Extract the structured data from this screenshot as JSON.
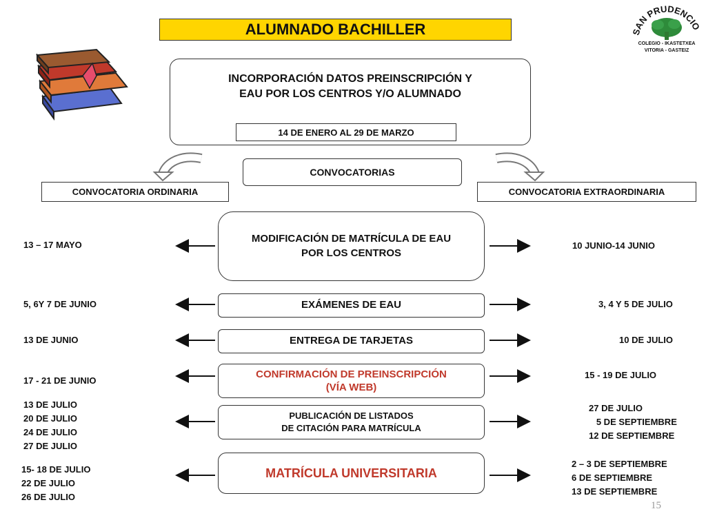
{
  "title": "ALUMNADO BACHILLER",
  "logo": {
    "name": "SAN PRUDENCIO",
    "line1": "COLEGIO - IKASTETXEA",
    "line2": "VITORIA - GASTEIZ",
    "tree_color": "#2e8b3a"
  },
  "colors": {
    "title_bg": "#ffd500",
    "accent_red": "#c0392b"
  },
  "top": {
    "text_line1": "INCORPORACIÓN DATOS PREINSCRIPCIÓN Y",
    "text_line2": "EAU POR LOS CENTROS  Y/O ALUMNADO",
    "dates": "14 DE ENERO AL  29 DE MARZO"
  },
  "convocatorias": "CONVOCATORIAS",
  "ordinaria": "CONVOCATORIA ORDINARIA",
  "extraordinaria": "CONVOCATORIA EXTRAORDINARIA",
  "rows": {
    "modificacion": {
      "label_line1": "MODIFICACIÓN DE  MATRÍCULA DE EAU",
      "label_line2": "POR LOS CENTROS",
      "left": "13 – 17  MAYO",
      "right": "10 JUNIO-14 JUNIO"
    },
    "examenes": {
      "label": "EXÁMENES DE EAU",
      "left": "5, 6Y 7 DE JUNIO",
      "right": "3, 4 Y 5 DE JULIO"
    },
    "tarjetas": {
      "label": "ENTREGA DE TARJETAS",
      "left": "13 DE JUNIO",
      "right": "10 DE JULIO"
    },
    "confirmacion": {
      "label_line1": "CONFIRMACIÓN DE PREINSCRIPCIÓN",
      "label_line2": "(VÍA WEB)",
      "left": "17 - 21 DE JUNIO",
      "right": "15 - 19 DE JULIO"
    },
    "publicacion": {
      "label_line1": "PUBLICACIÓN DE LISTADOS",
      "label_line2": "DE CITACIÓN PARA MATRÍCULA",
      "left": [
        "13 DE JULIO",
        "20 DE JULIO",
        "24 DE JULIO",
        "27 DE JULIO"
      ],
      "right": [
        "27 DE JULIO",
        "   5 DE SEPTIEMBRE",
        "12 DE SEPTIEMBRE"
      ]
    },
    "matricula": {
      "label": "MATRÍCULA UNIVERSITARIA",
      "left": [
        "15- 18 DE JULIO",
        "22 DE JULIO",
        "26 DE JULIO"
      ],
      "right": [
        "2 – 3  DE SEPTIEMBRE",
        "6  DE SEPTIEMBRE",
        "13 DE SEPTIEMBRE"
      ]
    }
  },
  "page_number": "15"
}
